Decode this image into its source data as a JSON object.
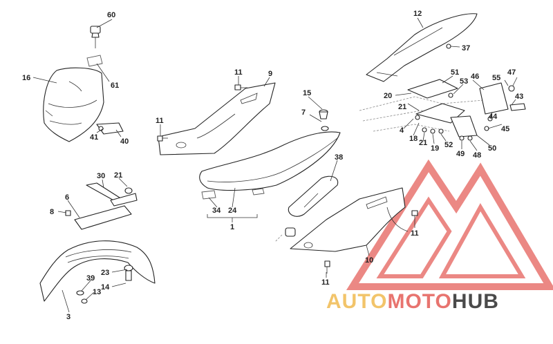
{
  "callouts": {
    "c60": "60",
    "c61": "61",
    "c16": "16",
    "c41": "41",
    "c40": "40",
    "c11a": "11",
    "c9": "9",
    "c11b": "11",
    "c15": "15",
    "c7": "7",
    "c12": "12",
    "c37": "37",
    "c51": "51",
    "c46": "46",
    "c55": "55",
    "c47": "47",
    "c53": "53",
    "c43": "43",
    "c20": "20",
    "c21a": "21",
    "c4": "4",
    "c18": "18",
    "c21b": "21",
    "c19": "19",
    "c52": "52",
    "c49": "49",
    "c48": "48",
    "c50": "50",
    "c44": "44",
    "c45": "45",
    "c30": "30",
    "c21c": "21",
    "c6": "6",
    "c8": "8",
    "c38": "38",
    "c34": "34",
    "c24": "24",
    "c1": "1",
    "c11c": "11",
    "c10": "10",
    "c11d": "11",
    "c23": "23",
    "c14": "14",
    "c39": "39",
    "c13": "13",
    "c3": "3"
  },
  "watermark": {
    "auto": "AUTO",
    "moto": "MOTO",
    "hub": "HUB",
    "color_auto": "#f2c46a",
    "color_moto": "#e8746f",
    "color_hub": "#4a4a4a",
    "logo_color": "#e8746f"
  }
}
